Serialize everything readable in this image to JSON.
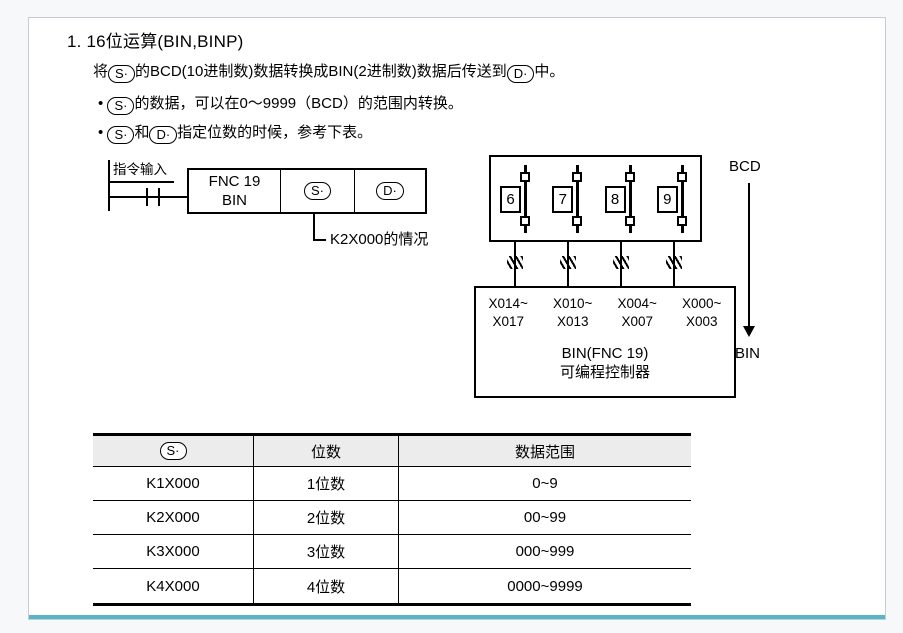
{
  "heading": "1. 16位运算(BIN,BINP)",
  "operands": {
    "s": "S·",
    "d": "D·"
  },
  "intro": {
    "p1_pre": "将",
    "p1_mid": "的BCD(10进制数)数据转换成BIN(2进制数)数据后传送到",
    "p1_post": "中。",
    "bullet": "•",
    "b1_text": "的数据，可以在0～9999（BCD）的范围内转换。",
    "b2_mid": "和",
    "b2_text": "指定位数的时候，参考下表。"
  },
  "ladder": {
    "input_label": "指令输入",
    "fnc_number": "FNC 19",
    "fnc_name": "BIN",
    "note": "K2X000的情况"
  },
  "diagram": {
    "digits": [
      "6",
      "7",
      "8",
      "9"
    ],
    "bcd_label": "BCD",
    "bin_label": "BIN",
    "ranges": [
      {
        "top": "X014~",
        "bottom": "X017"
      },
      {
        "top": "X010~",
        "bottom": "X013"
      },
      {
        "top": "X004~",
        "bottom": "X007"
      },
      {
        "top": "X000~",
        "bottom": "X003"
      }
    ],
    "plc_line1": "BIN(FNC 19)",
    "plc_line2": "可编程控制器"
  },
  "table": {
    "headers": {
      "operand": "S·",
      "digits": "位数",
      "range": "数据范围"
    },
    "rows": [
      {
        "device": "K1X000",
        "digits": "1位数",
        "range": "0~9"
      },
      {
        "device": "K2X000",
        "digits": "2位数",
        "range": "00~99"
      },
      {
        "device": "K3X000",
        "digits": "3位数",
        "range": "000~999"
      },
      {
        "device": "K4X000",
        "digits": "4位数",
        "range": "0000~9999"
      }
    ]
  },
  "colors": {
    "accent": "#55b6c6",
    "page_background": "#ffffff"
  }
}
